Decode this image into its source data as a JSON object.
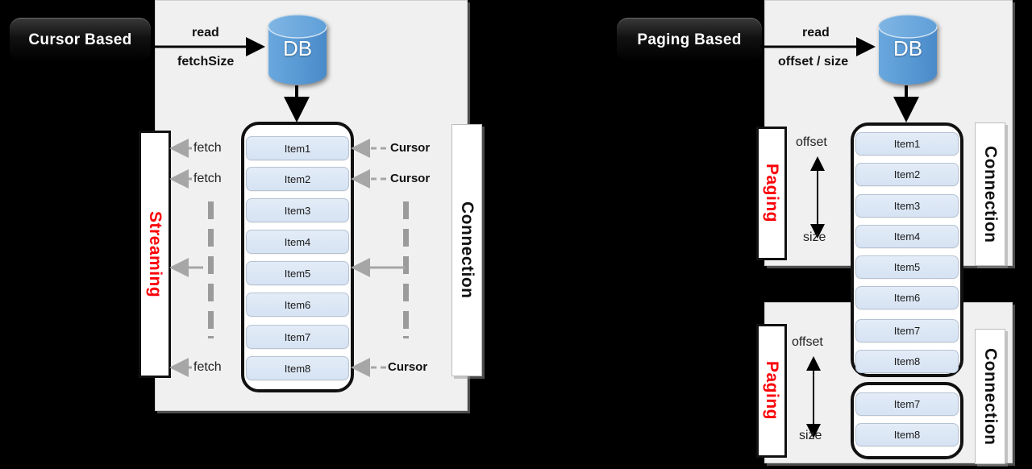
{
  "left": {
    "title": "Cursor Based",
    "db_label": "DB",
    "read_label": "read",
    "param_label": "fetchSize",
    "side_left_label": "Streaming",
    "side_right_label": "Connection",
    "fetch_label": "fetch",
    "cursor_label": "Cursor",
    "items": [
      "Item1",
      "Item2",
      "Item3",
      "Item4",
      "Item5",
      "Item6",
      "Item7",
      "Item8"
    ],
    "fetch_rows": [
      0,
      1,
      7
    ],
    "cursor_rows": [
      0,
      1,
      7
    ],
    "plain_arrow_rows": [
      4
    ]
  },
  "right": {
    "title": "Paging Based",
    "db_label": "DB",
    "read_label": "read",
    "param_label": "offset / size",
    "side_left_label": "Paging",
    "side_right_label": "Connection",
    "offset_label": "offset",
    "size_label": "size",
    "page_one_items": [
      "Item1",
      "Item2",
      "Item3",
      "Item4",
      "Item5",
      "Item6",
      "Item7",
      "Item8"
    ],
    "page_two_items": [
      "Item7",
      "Item8"
    ]
  },
  "colors": {
    "panel_bg": "#f0f0f0",
    "item_bg": "#dce6f3",
    "db_blue": "#5b9bd5",
    "accent_red": "#fb0007",
    "title_black": "#000000"
  }
}
